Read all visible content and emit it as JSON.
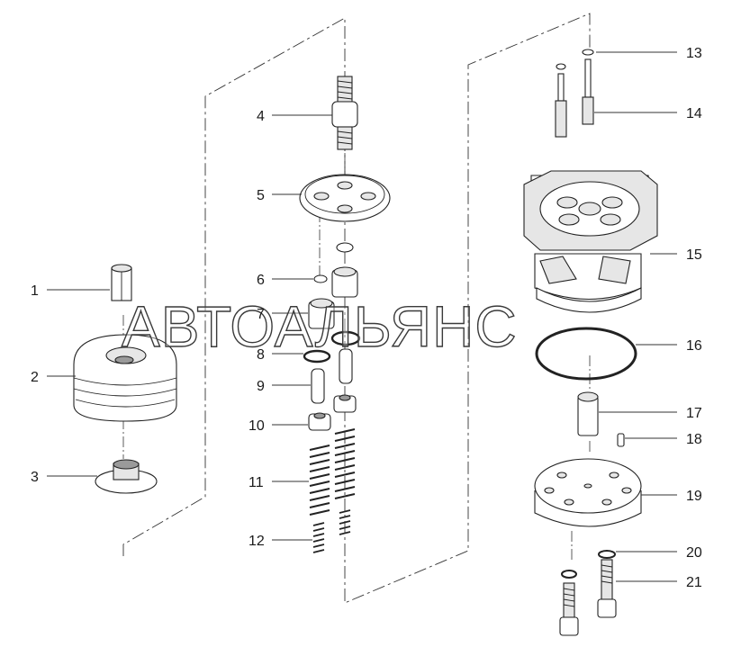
{
  "watermark": "АВТОАЛЬЯНС",
  "callouts": [
    {
      "number": "1"
    },
    {
      "number": "2"
    },
    {
      "number": "3"
    },
    {
      "number": "4"
    },
    {
      "number": "5"
    },
    {
      "number": "6"
    },
    {
      "number": "7"
    },
    {
      "number": "8"
    },
    {
      "number": "9"
    },
    {
      "number": "10"
    },
    {
      "number": "11"
    },
    {
      "number": "12"
    },
    {
      "number": "13"
    },
    {
      "number": "14"
    },
    {
      "number": "15"
    },
    {
      "number": "16"
    },
    {
      "number": "17"
    },
    {
      "number": "18"
    },
    {
      "number": "19"
    },
    {
      "number": "20"
    },
    {
      "number": "21"
    }
  ]
}
